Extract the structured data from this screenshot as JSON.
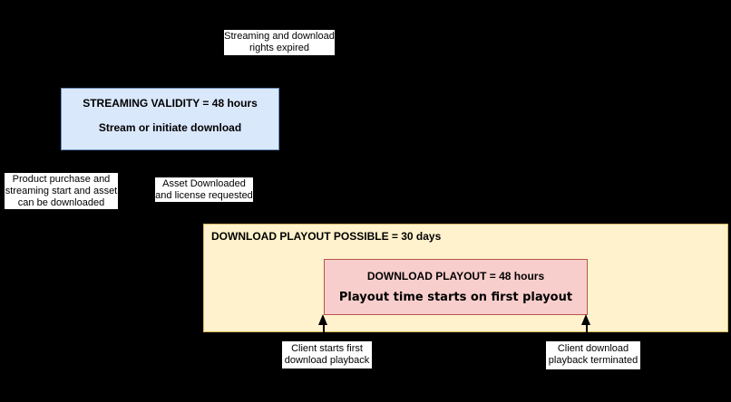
{
  "diagram": {
    "expired_label": {
      "text": "Streaming and download\nrights expired"
    },
    "streaming_box": {
      "title": "STREAMING VALIDITY = 48 hours",
      "subtitle": "Stream or initiate download"
    },
    "purchase_label": {
      "text": "Product purchase and\nstreaming start and asset\ncan be downloaded"
    },
    "downloaded_label": {
      "text": "Asset Downloaded\nand license requested"
    },
    "playout_possible_box": {
      "title": "DOWNLOAD PLAYOUT POSSIBLE = 30 days"
    },
    "playout_box": {
      "title": "DOWNLOAD PLAYOUT = 48 hours",
      "subtitle": "Playout time starts on first playout"
    },
    "playback_start_label": {
      "text": "Client starts first\ndownload playback"
    },
    "playback_end_label": {
      "text": "Client download\nplayback terminated"
    }
  },
  "colors": {
    "background": "#000000",
    "label_bg": "#ffffff",
    "text": "#000000",
    "streaming_fill": "#dae8fc",
    "streaming_border": "#6c8ebf",
    "possible_fill": "#fff2cc",
    "possible_border": "#d6b656",
    "playout_fill": "#f8cecc",
    "playout_border": "#b85450",
    "arrow": "#000000"
  }
}
